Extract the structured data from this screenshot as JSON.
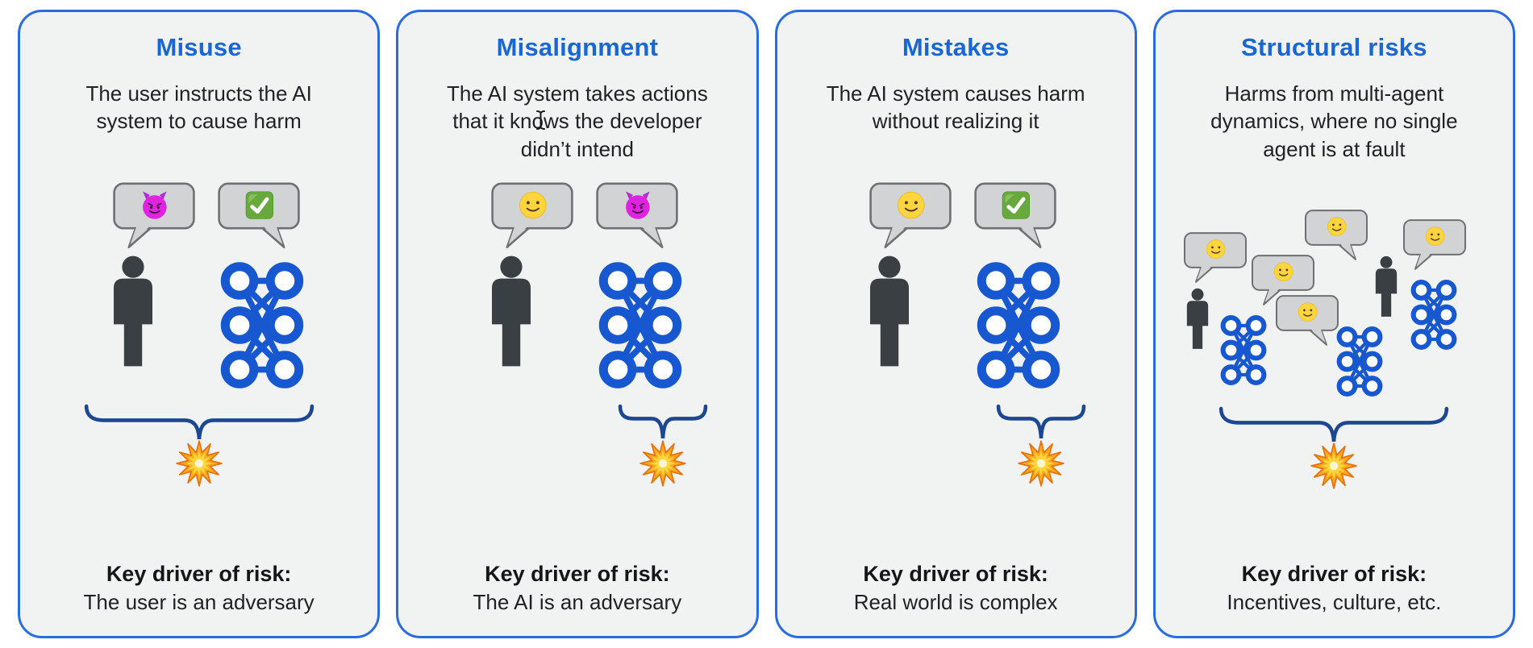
{
  "diagram": {
    "type": "four-panel AI risk taxonomy",
    "colors": {
      "panel_background": "#f1f2f2",
      "panel_border_blue": "#2a6ce0",
      "title_blue": "#1967d2",
      "body_text": "#1f2124",
      "person_gray": "#3a3f44",
      "network_blue": "#1757d0",
      "brace_navy": "#1b4793",
      "bubble_fill": "#d2d3d4",
      "bubble_border": "#6e7073",
      "check_green": "#68a93d",
      "devil_magenta": "#de24df",
      "smiley_yellow": "#ffd53e",
      "explosion_orange": "#fbab1d"
    },
    "icons": {
      "person": "person-silhouette",
      "network": "neural-network",
      "bubble": "speech-bubble",
      "devil": "smiling-face-with-horns-emoji",
      "smiley": "slightly-smiling-face-emoji",
      "check": "check-mark-button-emoji",
      "explosion": "collision-explosion-emoji",
      "brace": "curly-underbrace",
      "cursor": "i-beam-text-cursor"
    }
  },
  "panels": [
    {
      "id": "misuse",
      "title": "Misuse",
      "description": "The user instructs the AI system to cause harm",
      "user_bubble_emoji": "devil",
      "ai_bubble_emoji": "check",
      "brace_span": "user-and-ai",
      "key_driver_label": "Key driver of risk:",
      "key_driver_text": "The user is an adversary"
    },
    {
      "id": "misalignment",
      "title": "Misalignment",
      "description": "The AI system takes actions that it knows the developer didn’t intend",
      "user_bubble_emoji": "smiley",
      "ai_bubble_emoji": "devil",
      "brace_span": "ai-only",
      "key_driver_label": "Key driver of risk:",
      "key_driver_text": "The AI is an adversary"
    },
    {
      "id": "mistakes",
      "title": "Mistakes",
      "description": "The AI system causes harm without realizing it",
      "user_bubble_emoji": "smiley",
      "ai_bubble_emoji": "check",
      "brace_span": "ai-only",
      "key_driver_label": "Key driver of risk:",
      "key_driver_text": "Real world is complex"
    },
    {
      "id": "structural-risks",
      "title": "Structural risks",
      "description": "Harms from multi-agent dynamics, where no single agent is at fault",
      "cluster": "2 people and 3 AI networks, each with a smiley speech bubble (5 bubbles)",
      "brace_span": "all-agents",
      "key_driver_label": "Key driver of risk:",
      "key_driver_text": "Incentives, culture, etc."
    }
  ]
}
